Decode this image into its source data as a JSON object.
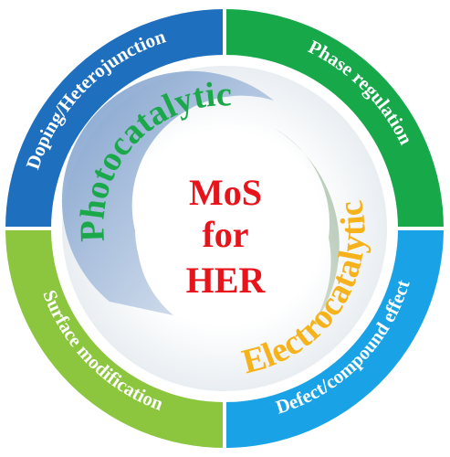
{
  "quadrants": {
    "top_left": {
      "label": "Doping/Heterojunction",
      "color": "#1f6fbf"
    },
    "top_right": {
      "label": "Phase regulation",
      "color": "#17a84a"
    },
    "bottom_right": {
      "label": "Defect/compound effect",
      "color": "#19a3e6"
    },
    "bottom_left": {
      "label": "Surface modification",
      "color": "#8cc63f"
    }
  },
  "inner_ring": {
    "photocatalytic": {
      "label": "Photocatalytic",
      "color": "#1aa84b"
    },
    "electrocatalytic": {
      "label": "Electrocatalytic",
      "color": "#f5b21b"
    }
  },
  "center": {
    "line1": "MoS",
    "line2": "for",
    "line3": "HER",
    "color": "#e8141c"
  }
}
